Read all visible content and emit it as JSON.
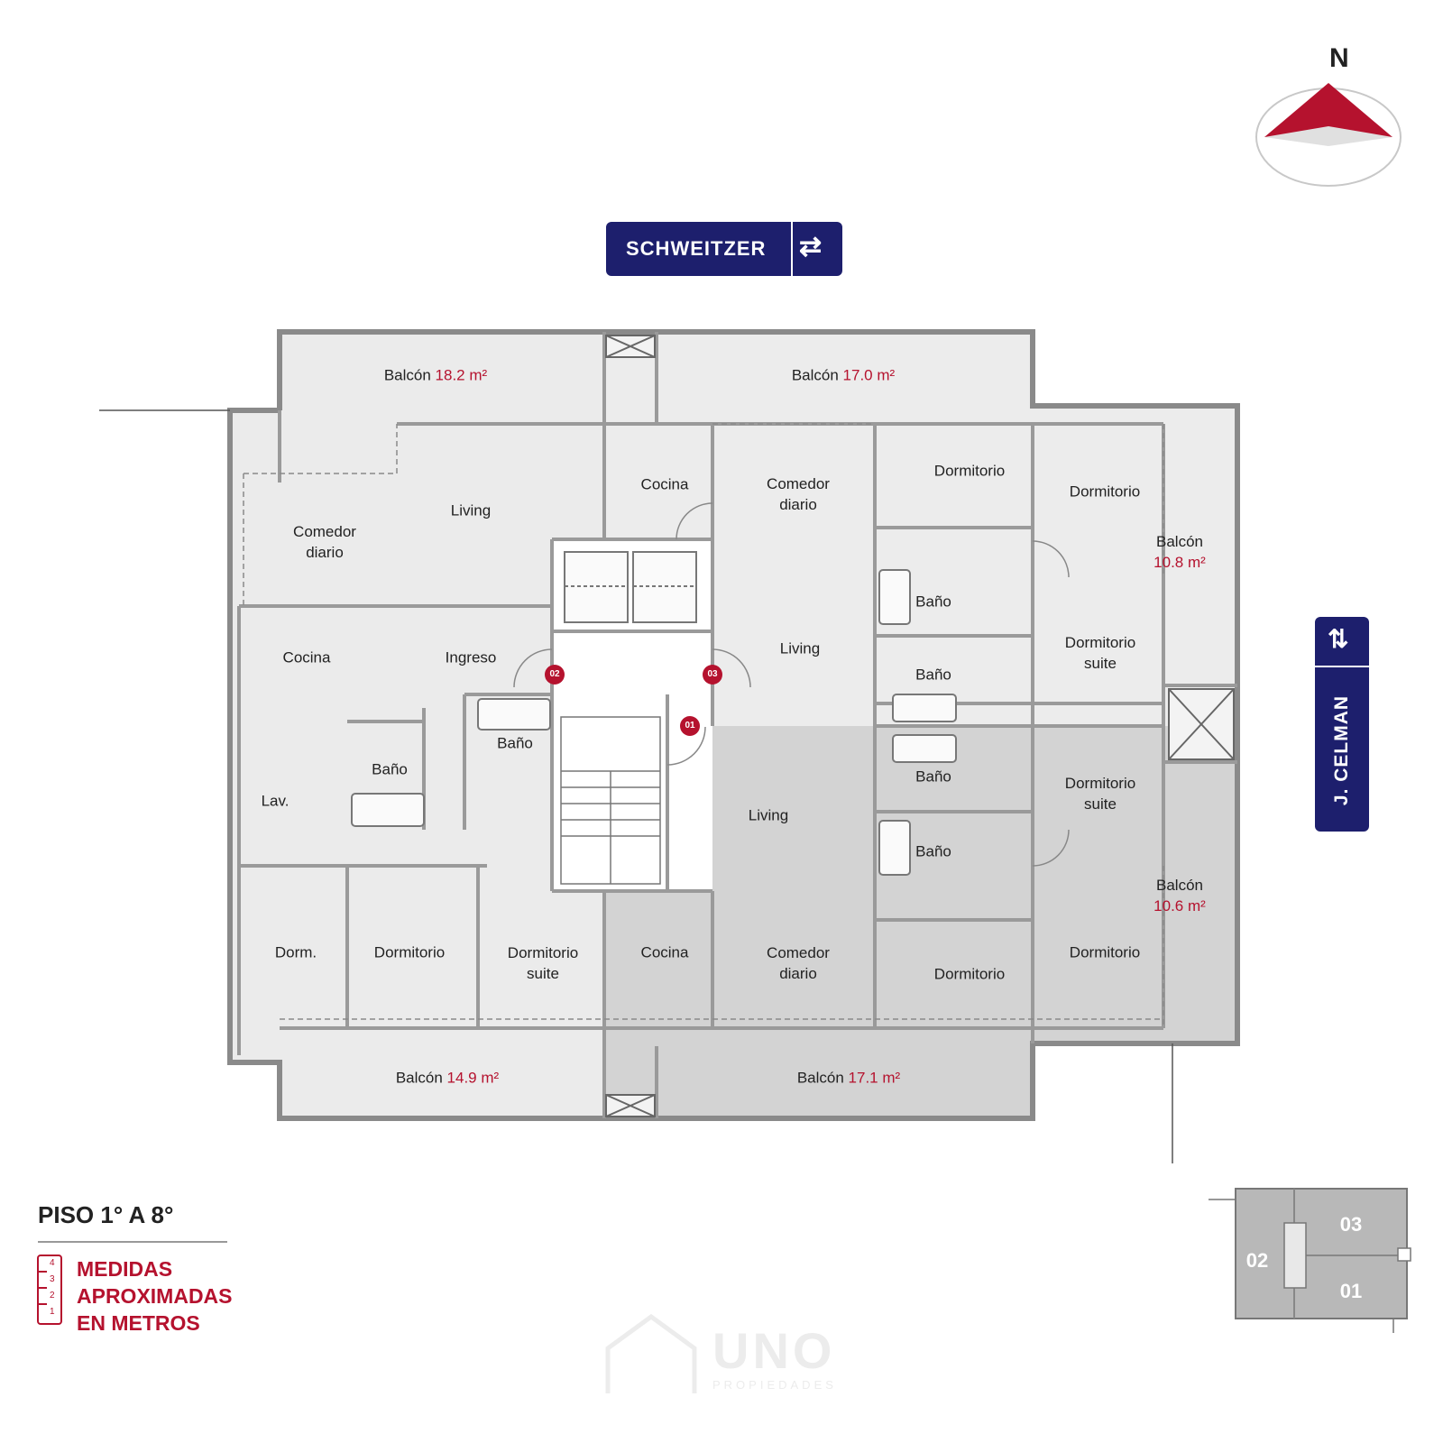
{
  "compass": {
    "label": "N",
    "color": "#b5122e"
  },
  "streets": {
    "north": "SCHWEITZER",
    "east": "J. CELMAN",
    "color": "#1d1f6d"
  },
  "rooms": [
    {
      "text": "Balcón",
      "area": "18.2 m²"
    },
    {
      "text": "Balcón",
      "area": "17.0 m²"
    },
    {
      "text": "Living",
      "area": ""
    },
    {
      "text": "Comedor\ndiario",
      "area": ""
    },
    {
      "text": "Cocina",
      "area": ""
    },
    {
      "text": "Comedor\ndiario",
      "area": ""
    },
    {
      "text": "Dormitorio",
      "area": ""
    },
    {
      "text": "Dormitorio",
      "area": ""
    },
    {
      "text": "Balcón",
      "area": "10.8 m²"
    },
    {
      "text": "Baño",
      "area": ""
    },
    {
      "text": "Cocina",
      "area": ""
    },
    {
      "text": "Ingreso",
      "area": ""
    },
    {
      "text": "Living",
      "area": ""
    },
    {
      "text": "Dormitorio\nsuite",
      "area": ""
    },
    {
      "text": "Baño",
      "area": ""
    },
    {
      "text": "Baño",
      "area": ""
    },
    {
      "text": "Baño",
      "area": ""
    },
    {
      "text": "Lav.",
      "area": ""
    },
    {
      "text": "Baño",
      "area": ""
    },
    {
      "text": "Dormitorio\nsuite",
      "area": ""
    },
    {
      "text": "Living",
      "area": ""
    },
    {
      "text": "Baño",
      "area": ""
    },
    {
      "text": "Balcón",
      "area": "10.6 m²"
    },
    {
      "text": "Dorm.",
      "area": ""
    },
    {
      "text": "Dormitorio",
      "area": ""
    },
    {
      "text": "Dormitorio\nsuite",
      "area": ""
    },
    {
      "text": "Cocina",
      "area": ""
    },
    {
      "text": "Comedor\ndiario",
      "area": ""
    },
    {
      "text": "Dormitorio",
      "area": ""
    },
    {
      "text": "Dormitorio",
      "area": ""
    },
    {
      "text": "Balcón",
      "area": "14.9 m²"
    },
    {
      "text": "Balcón",
      "area": "17.1 m²"
    }
  ],
  "unit_doors": [
    "01",
    "02",
    "03"
  ],
  "key_plan": {
    "units": [
      "03",
      "02",
      "01"
    ]
  },
  "legend": {
    "title": "PISO 1° A 8°",
    "scale_ticks": [
      "4",
      "3",
      "2",
      "1"
    ],
    "note_lines": [
      "MEDIDAS",
      "APROXIMADAS",
      "EN METROS"
    ]
  },
  "watermark": {
    "brand": "UNO",
    "sub": "PROPIEDADES"
  }
}
